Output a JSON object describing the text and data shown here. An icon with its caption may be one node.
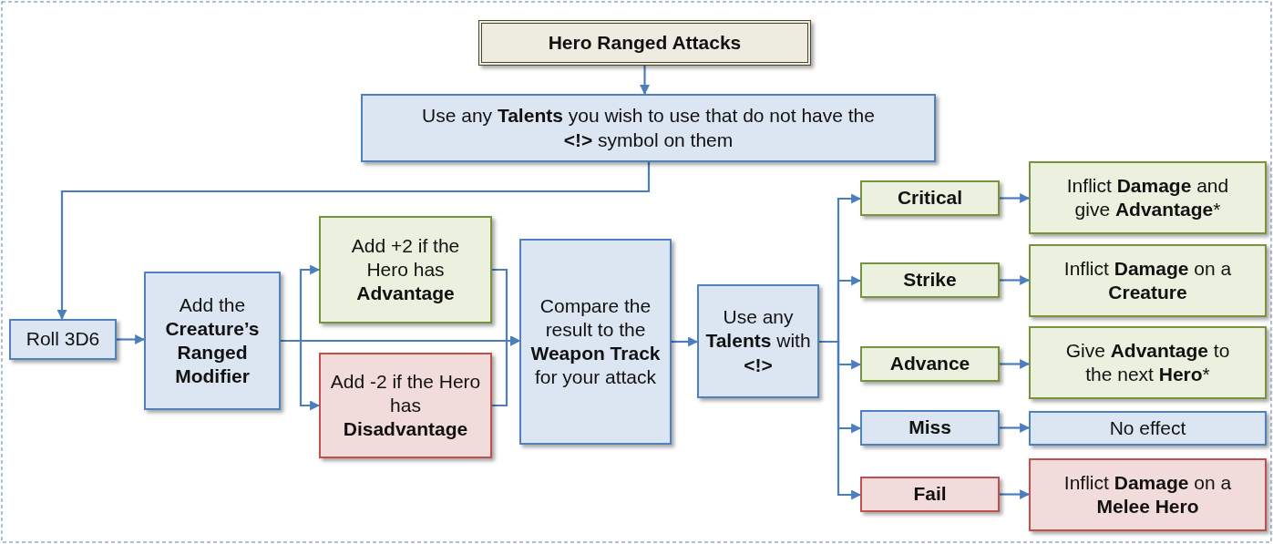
{
  "diagram": {
    "nodes": [
      {
        "text": [
          "Hero Ranged Attacks"
        ]
      },
      {
        "text": [
          "Use any **Talents** you wish to use that do not have the **<!>** symbol on them"
        ]
      },
      {
        "text": [
          "Roll 3D6"
        ]
      },
      {
        "text": [
          "Add the **Creature’s Ranged Modifier**"
        ]
      },
      {
        "text": [
          "Add +2 if the Hero has **Advantage**"
        ]
      },
      {
        "text": [
          "Add -2 if the Hero has **Disadvantage**"
        ]
      },
      {
        "text": [
          "Compare the result to the **Weapon Track** for your attack"
        ]
      },
      {
        "text": [
          "Use any **Talents** with **<!>**"
        ]
      },
      {
        "text": [
          "Critical"
        ]
      },
      {
        "text": [
          "Inflict **Damage** and give **Advantage***"
        ]
      },
      {
        "text": [
          "Strike"
        ]
      },
      {
        "text": [
          "Inflict **Damage** on a **Creature**"
        ]
      },
      {
        "text": [
          "Advance"
        ]
      },
      {
        "text": [
          "Give **Advantage** to the next **Hero***"
        ]
      },
      {
        "text": [
          "Miss"
        ]
      },
      {
        "text": [
          "No effect"
        ]
      },
      {
        "text": [
          "Fail"
        ]
      },
      {
        "text": [
          "Inflict **Damage** on a **Melee Hero**"
        ]
      }
    ],
    "edges": [
      {
        "from": 0,
        "to": 1,
        "arrow": "to"
      },
      {
        "from": 1,
        "to": 2,
        "arrow": "to"
      },
      {
        "from": 2,
        "to": 3,
        "arrow": "to"
      },
      {
        "from": 3,
        "to": 4,
        "arrow": "to"
      },
      {
        "from": 3,
        "to": 5,
        "arrow": "to"
      },
      {
        "from": 3,
        "to": 6,
        "arrow": "to"
      },
      {
        "from": 4,
        "to": 6,
        "arrow": "to"
      },
      {
        "from": 5,
        "to": 6,
        "arrow": "to"
      },
      {
        "from": 6,
        "to": 7,
        "arrow": "to"
      },
      {
        "from": 7,
        "to": 8,
        "arrow": "to"
      },
      {
        "from": 7,
        "to": 10,
        "arrow": "to"
      },
      {
        "from": 7,
        "to": 12,
        "arrow": "to"
      },
      {
        "from": 7,
        "to": 14,
        "arrow": "to"
      },
      {
        "from": 7,
        "to": 16,
        "arrow": "to"
      },
      {
        "from": 8,
        "to": 9,
        "arrow": "to"
      },
      {
        "from": 10,
        "to": 11,
        "arrow": "to"
      },
      {
        "from": 12,
        "to": 13,
        "arrow": "to"
      },
      {
        "from": 14,
        "to": 15,
        "arrow": "to"
      },
      {
        "from": 16,
        "to": 17,
        "arrow": "to"
      }
    ]
  }
}
